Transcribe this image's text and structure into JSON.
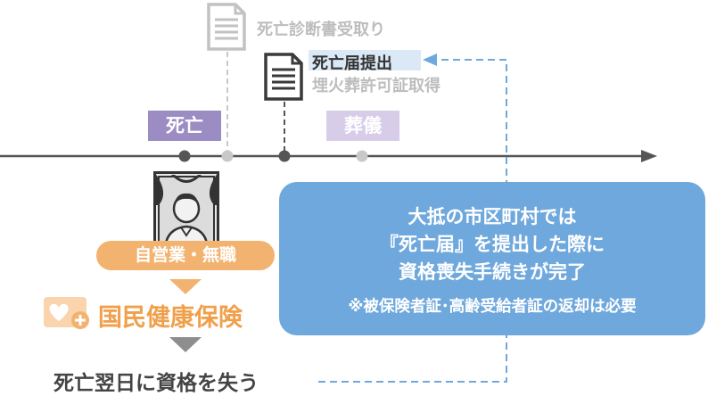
{
  "doc1": {
    "label": "死亡診断書受取り",
    "icon": "document-icon"
  },
  "doc2": {
    "label_line1": "死亡届提出",
    "label_line2": "埋火葬許可証取得",
    "icon": "document-icon"
  },
  "timeline": {
    "death_label": "死亡",
    "funeral_label": "葬儀"
  },
  "person": {
    "icon": "portrait-person-icon"
  },
  "status": {
    "occupation_label": "自営業・無職",
    "insurance_label": "国民健康保険",
    "insurance_icon": "health-insurance-card-icon",
    "result_text": "死亡翌日に資格を失う"
  },
  "callout": {
    "line1": "大抵の市区町村では",
    "line2": "『死亡届』を提出した際に",
    "line3": "資格喪失手続きが完了",
    "note": "※被保険者証･高齢受給者証の返却は必要"
  },
  "colors": {
    "purple": "#9b8cc4",
    "lavender": "#d8cde8",
    "orange": "#f3b370",
    "orange_text": "#f0a04b",
    "blue": "#6fa8dc",
    "gray_line": "#555555"
  }
}
